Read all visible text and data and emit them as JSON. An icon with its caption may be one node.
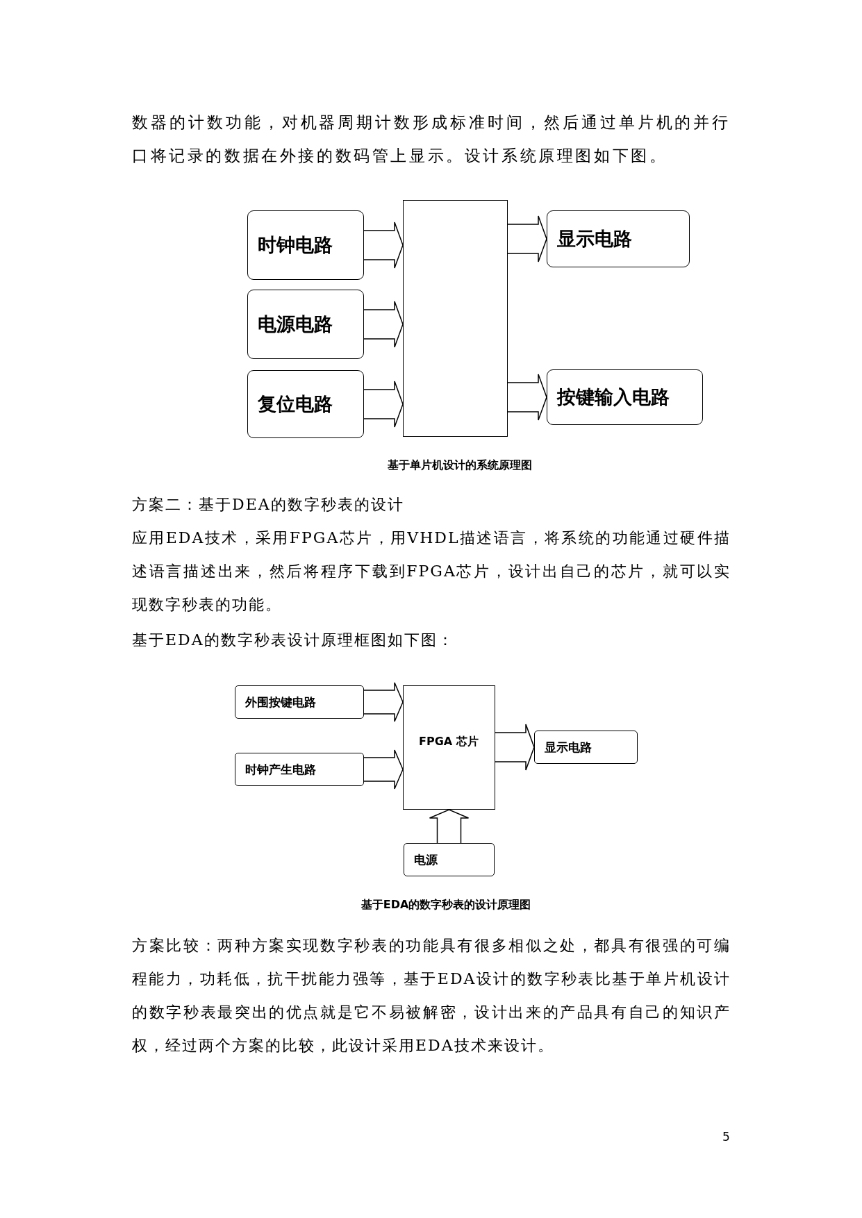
{
  "diagram": {
    "nodes": [
      {
        "text": [
          "时钟电路"
        ]
      },
      {
        "text": [
          "电源电路"
        ]
      },
      {
        "text": [
          "复位电路"
        ]
      },
      {
        "text": [],
        "shape": "box"
      },
      {
        "text": [
          "显示电路"
        ]
      },
      {
        "text": [
          "按键输入电路"
        ]
      },
      {
        "text": [
          "外围按键电路"
        ]
      },
      {
        "text": [
          "时钟产生电路"
        ]
      },
      {
        "text": [
          "FPGA 芯片"
        ]
      },
      {
        "text": [
          "显示电路"
        ]
      },
      {
        "text": [
          "电源"
        ]
      }
    ],
    "edges": [
      {
        "from": 0,
        "to": 3,
        "arrow": "to"
      },
      {
        "from": 1,
        "to": 3,
        "arrow": "to"
      },
      {
        "from": 2,
        "to": 3,
        "arrow": "to"
      },
      {
        "from": 3,
        "to": 4,
        "arrow": "to"
      },
      {
        "from": 3,
        "to": 5,
        "arrow": "to"
      },
      {
        "from": 6,
        "to": 8,
        "arrow": "to"
      },
      {
        "from": 7,
        "to": 8,
        "arrow": "to"
      },
      {
        "from": 8,
        "to": 9,
        "arrow": "to"
      },
      {
        "from": 10,
        "to": 8,
        "arrow": "to"
      }
    ],
    "labels": [
      "数器的计数功能，对机器周期计数形成标准时间，然后通过单片机的并行口将记录的数据在外接的数码管上显示。设计系统原理图如下图。",
      "基于单片机设计的系统原理图",
      "方案二：基于DEA的数字秒表的设计",
      "应用EDA技术，采用FPGA芯片，用VHDL描述语言，将系统的功能通过硬件描述语言描述出来，然后将程序下载到FPGA芯片，设计出自己的芯片，就可以实现数字秒表的功能。",
      "基于EDA的数字秒表设计原理框图如下图：",
      "基于EDA的数字秒表的设计原理图",
      "方案比较：两种方案实现数字秒表的功能具有很多相似之处，都具有很强的可编程能力，功耗低，抗干扰能力强等，基于EDA设计的数字秒表比基于单片机设计的数字秒表最突出的优点就是它不易被解密，设计出来的产品具有自己的知识产权，经过两个方案的比较，此设计采用EDA技术来设计。",
      "5"
    ]
  }
}
